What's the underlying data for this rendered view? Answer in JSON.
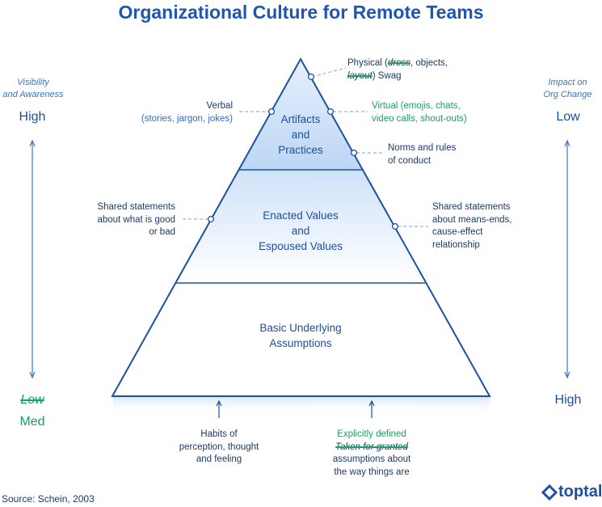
{
  "title": "Organizational Culture for Remote Teams",
  "left_axis": {
    "caption_line1": "Visibility",
    "caption_line2": "and Awareness",
    "top_value": "High",
    "bottom_struck": "Low",
    "bottom_value": "Med"
  },
  "right_axis": {
    "caption_line1": "Impact on",
    "caption_line2": "Org Change",
    "top_value": "Low",
    "bottom_value": "High"
  },
  "tiers": {
    "top_line1": "Artifacts",
    "top_line2": "and",
    "top_line3": "Practices",
    "middle_line1": "Enacted Values",
    "middle_line2": "and",
    "middle_line3": "Espoused Values",
    "bottom_line1": "Basic Underlying",
    "bottom_line2": "Assumptions"
  },
  "callouts": {
    "physical_pre": "Physical (",
    "physical_dress": "dress",
    "physical_mid": ", objects,",
    "physical_layout": "layout",
    "physical_post": ") Swag",
    "verbal_line1": "Verbal",
    "verbal_line2": "(stories, jargon, jokes)",
    "virtual_line1": "Virtual (emojis, chats,",
    "virtual_line2": "video calls, shout-outs)",
    "norms_line1": "Norms and rules",
    "norms_line2": "of conduct",
    "shared_good_line1": "Shared statements",
    "shared_good_line2": "about what is good",
    "shared_good_line3": "or bad",
    "shared_means_line1": "Shared statements",
    "shared_means_line2": "about means-ends,",
    "shared_means_line3": "cause-effect",
    "shared_means_line4": "relationship",
    "habits_line1": "Habits of",
    "habits_line2": "perception, thought",
    "habits_line3": "and feeling",
    "explicit_line1": "Explicitly defined",
    "explicit_struck": "Taken for granted",
    "explicit_line3": "assumptions about",
    "explicit_line4": "the way things are"
  },
  "footer": {
    "source_label": "Source:",
    "source_value": "Schein, 2003",
    "logo_text": "toptal"
  },
  "colors": {
    "navy": "#1b3a6b",
    "accent_blue": "#1e56b0",
    "light_blue": "#2f6fc4",
    "green": "#13a36a",
    "pyramid_fill_top": "#c5dcf7"
  }
}
